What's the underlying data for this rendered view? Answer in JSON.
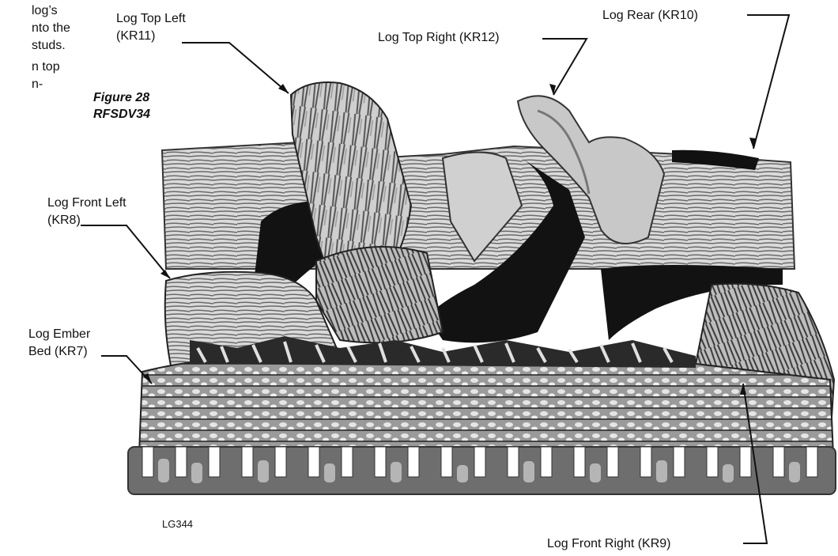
{
  "body_text": {
    "line1": "log’s",
    "line2": "nto the",
    "line3": "studs.",
    "line4": "n top",
    "line5": "n-"
  },
  "figure": {
    "number": "Figure 28",
    "model": "RFSDV34"
  },
  "labels": {
    "top_left_1": "Log Top Left",
    "top_left_2": "(KR11)",
    "top_right": "Log Top Right (KR12)",
    "rear": "Log Rear (KR10)",
    "front_left_1": "Log Front Left",
    "front_left_2": "(KR8)",
    "ember_1": "Log Ember",
    "ember_2": "Bed (KR7)",
    "front_right": "Log Front Right (KR9)"
  },
  "image_code": "LG344",
  "colors": {
    "ink": "#111111",
    "log_dark": "#1a1a1a",
    "log_mid": "#8a8a8a",
    "log_light": "#e4e4e4",
    "grate": "#6e6e6e"
  }
}
